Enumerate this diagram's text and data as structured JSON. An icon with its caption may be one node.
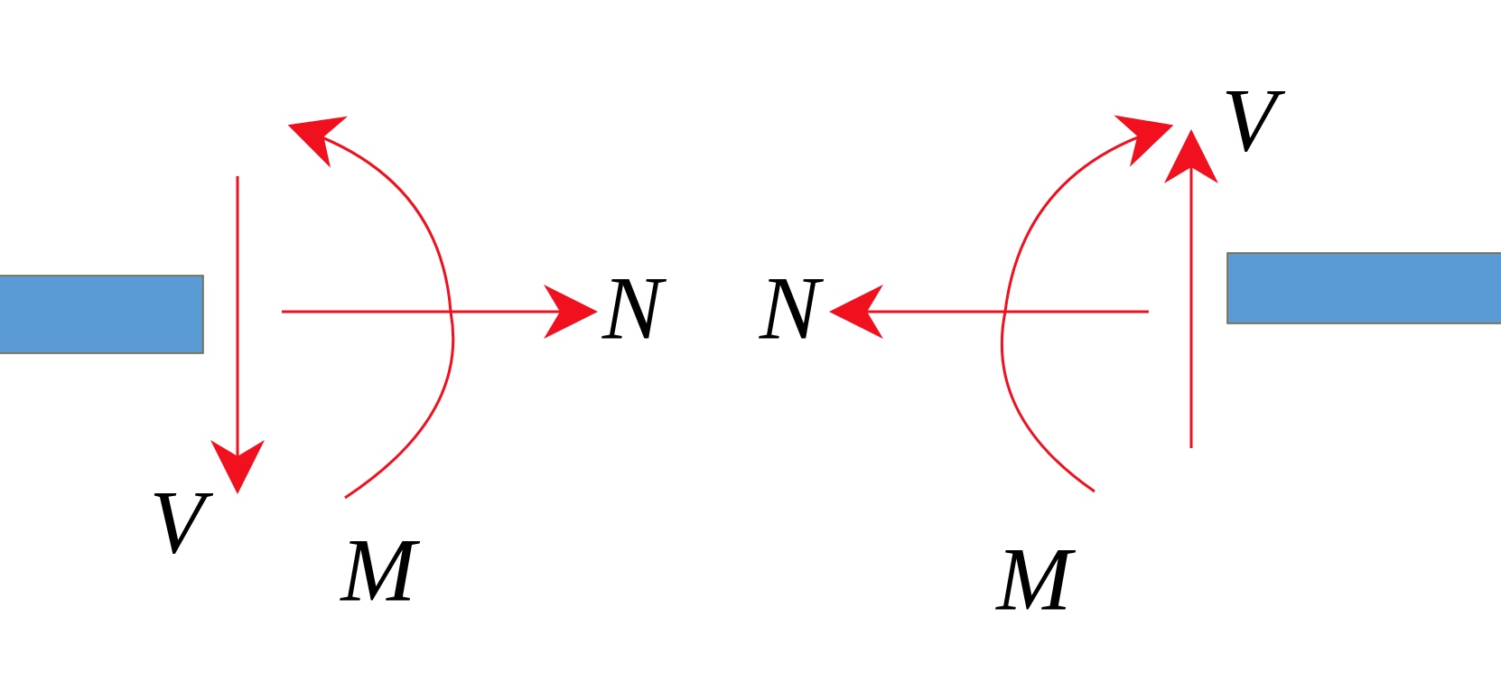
{
  "diagram": {
    "labels": [
      "V",
      "N",
      "N",
      "V",
      "M",
      "M"
    ]
  }
}
